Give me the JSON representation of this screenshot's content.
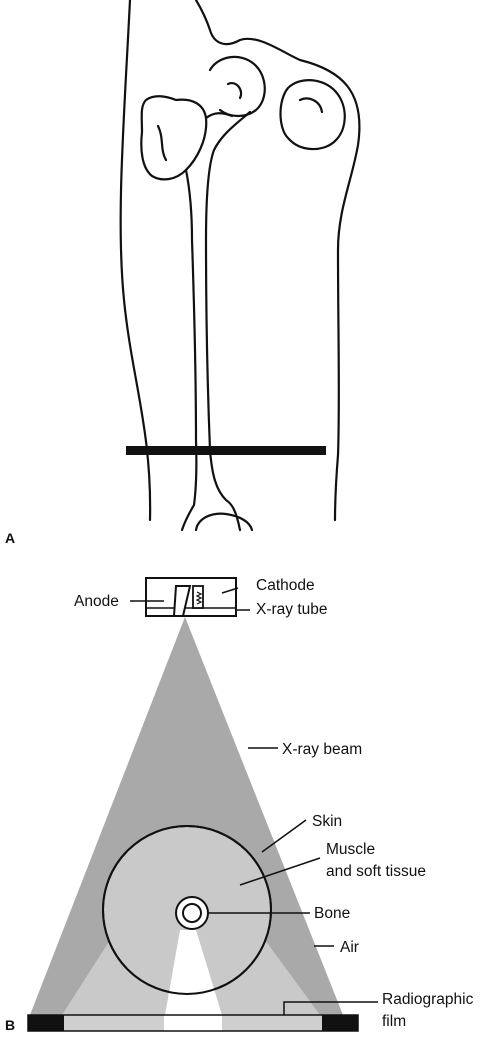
{
  "panel_a": {
    "letter": "A"
  },
  "panel_b": {
    "letter": "B",
    "labels": {
      "anode": "Anode",
      "cathode": "Cathode",
      "xray_tube": "X-ray tube",
      "xray_beam": "X-ray beam",
      "skin": "Skin",
      "muscle_line1": "Muscle",
      "muscle_line2": "and soft tissue",
      "bone": "Bone",
      "air": "Air",
      "film_line1": "Radiographic",
      "film_line2": "film"
    }
  },
  "colors": {
    "ink": "#111111",
    "beam_gray": "#a9a9a9",
    "tissue_gray": "#c9c9c9",
    "film_light": "#cfcfcf",
    "film_black": "#111111",
    "film_white": "#ffffff"
  }
}
